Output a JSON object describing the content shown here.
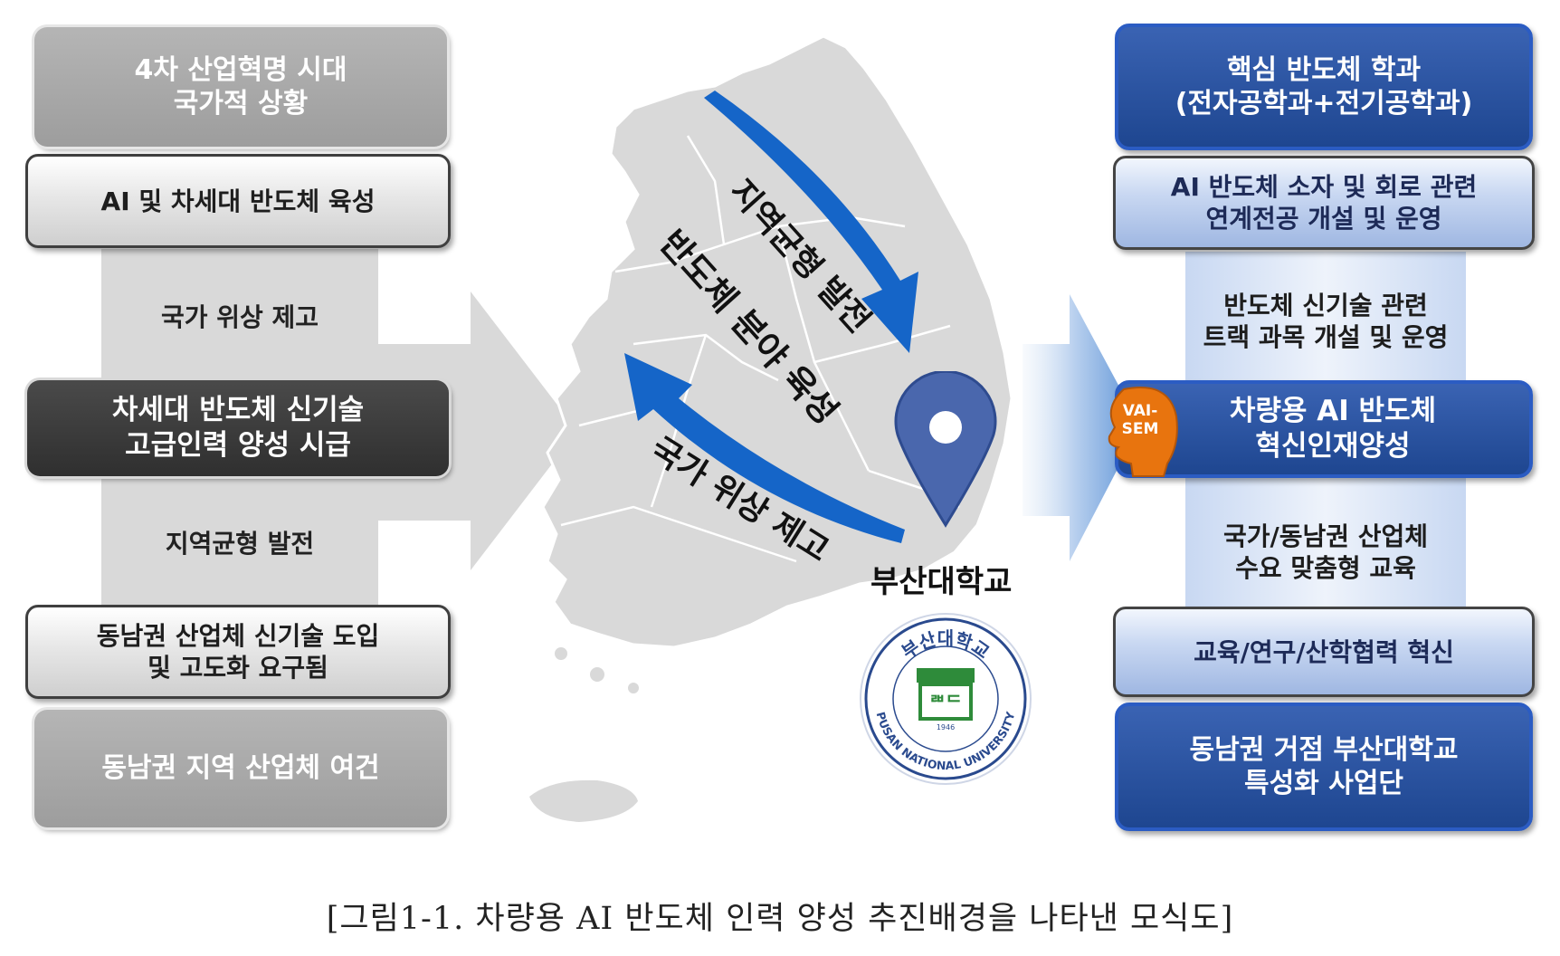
{
  "left": {
    "box1": "4차 산업혁명 시대\n국가적 상황",
    "box2": "AI 및 차세대 반도체 육성",
    "text3": "국가 위상 제고",
    "box4": "차세대 반도체 신기술\n고급인력 양성 시급",
    "text5": "지역균형 발전",
    "box6": "동남권 산업체 신기술 도입\n및 고도화 요구됨",
    "box7": "동남권 지역 산업체 여건"
  },
  "map": {
    "arrow_label_1": "지역균형 발전",
    "arrow_label_2": "반도체 분야 육성",
    "arrow_label_3": "국가 위상 제고",
    "location_label": "부산대학교",
    "logo_korean": "부산대학교",
    "logo_english": "PUSAN NATIONAL UNIVERSITY",
    "logo_year": "1946"
  },
  "right": {
    "box1": "핵심 반도체 학과\n(전자공학과+전기공학과)",
    "box2": "AI 반도체 소자 및 회로 관련\n연계전공 개설 및 운영",
    "text3": "반도체 신기술 관련\n트랙 과목 개설 및 운영",
    "badge": "VAI-\nSEM",
    "box4": "차량용 AI 반도체\n혁신인재양성",
    "text5": "국가/동남권 산업체\n수요 맞춤형 교육",
    "box6": "교육/연구/산학협력 혁신",
    "box7": "동남권 거점 부산대학교\n특성화 사업단"
  },
  "caption": "[그림1-1. 차량용 AI 반도체 인력 양성 추진배경을 나타낸 모식도]",
  "colors": {
    "navy": "#1e4690",
    "arrow_blue": "#1565c8",
    "charcoal": "#333333",
    "map_grey": "#d9d9d9",
    "badge_orange": "#e8740e"
  }
}
